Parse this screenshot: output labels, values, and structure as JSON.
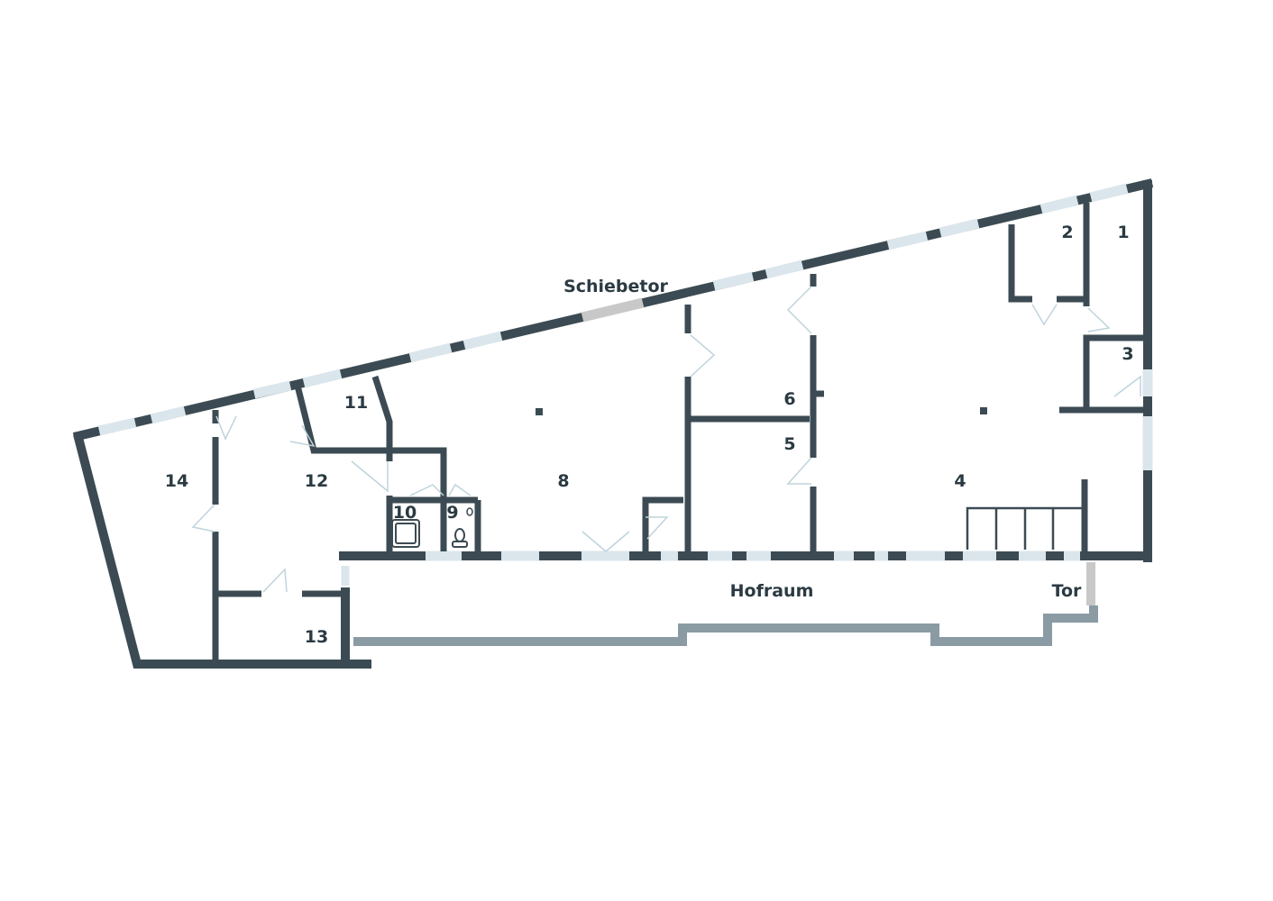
{
  "colors": {
    "wall": "#3c4b53",
    "window": "#dbe6ec",
    "door": "#cfdde4",
    "sliding_gate": "#c8c8c8",
    "courtyard_edge": "#8a9ba4",
    "gate": "#c8c8c8",
    "background": "#ffffff"
  },
  "labels": {
    "schiebetor": "Schiebetor",
    "hofraum": "Hofraum",
    "tor": "Tor"
  },
  "rooms": [
    {
      "id": "1",
      "label": "1"
    },
    {
      "id": "2",
      "label": "2"
    },
    {
      "id": "3",
      "label": "3"
    },
    {
      "id": "4",
      "label": "4"
    },
    {
      "id": "5",
      "label": "5"
    },
    {
      "id": "6",
      "label": "6"
    },
    {
      "id": "8",
      "label": "8"
    },
    {
      "id": "9",
      "label": "9"
    },
    {
      "id": "10",
      "label": "10"
    },
    {
      "id": "11",
      "label": "11"
    },
    {
      "id": "12",
      "label": "12"
    },
    {
      "id": "13",
      "label": "13"
    },
    {
      "id": "14",
      "label": "14"
    }
  ],
  "icons": {
    "toilet": "toilet-icon",
    "shower": "shower-icon",
    "sink": "sink-icon",
    "stairs": "stairs-icon"
  }
}
